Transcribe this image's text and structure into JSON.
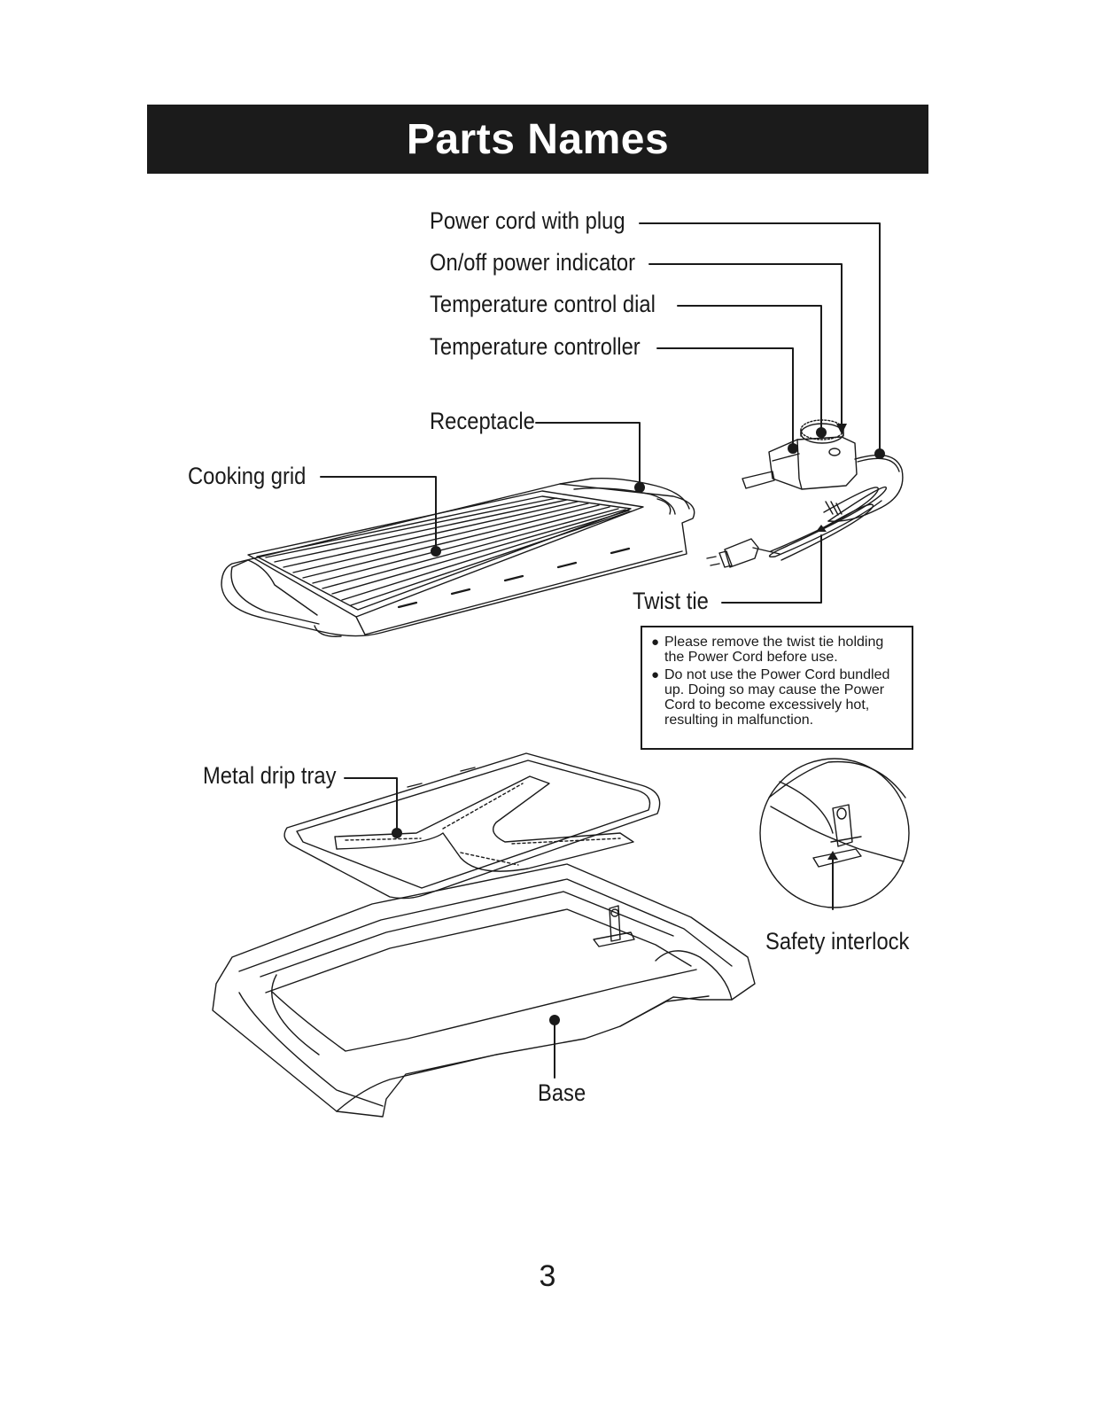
{
  "header": {
    "title": "Parts Names"
  },
  "labels": {
    "power_cord": "Power cord with plug",
    "power_indicator": "On/off power indicator",
    "temp_dial": "Temperature control dial",
    "temp_controller": "Temperature controller",
    "receptacle": "Receptacle",
    "cooking_grid": "Cooking grid",
    "twist_tie": "Twist tie",
    "drip_tray": "Metal drip tray",
    "safety_interlock": "Safety interlock",
    "base": "Base"
  },
  "notes": [
    "Please remove the twist tie holding the Power Cord before use.",
    "Do not use the Power Cord bundled up. Doing so may cause the Power Cord to become excessively hot, resulting in malfunction."
  ],
  "footer": {
    "page_number": "3"
  }
}
